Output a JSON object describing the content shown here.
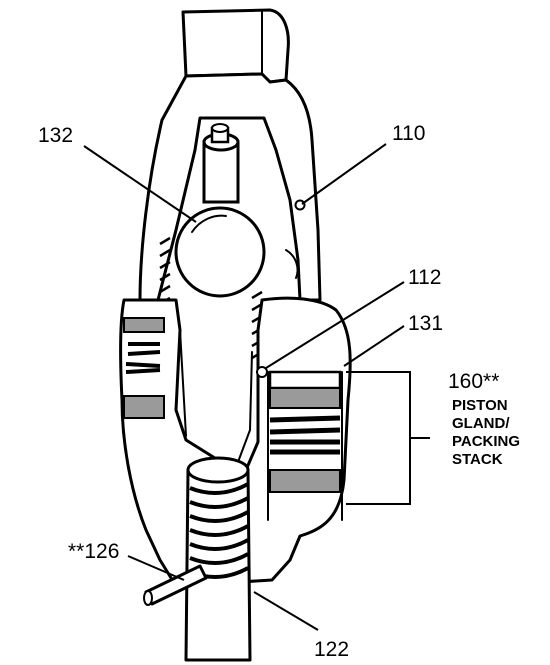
{
  "callouts": {
    "c132": "132",
    "c110": "110",
    "c112": "112",
    "c131": "131",
    "c160": "160**",
    "c126": "**126",
    "c122": "122"
  },
  "note_160": [
    "PISTON",
    "GLAND/",
    "PACKING",
    "STACK"
  ],
  "colors": {
    "line": "#000000",
    "packing_gray": "#9a9a9a",
    "background": "#ffffff"
  }
}
